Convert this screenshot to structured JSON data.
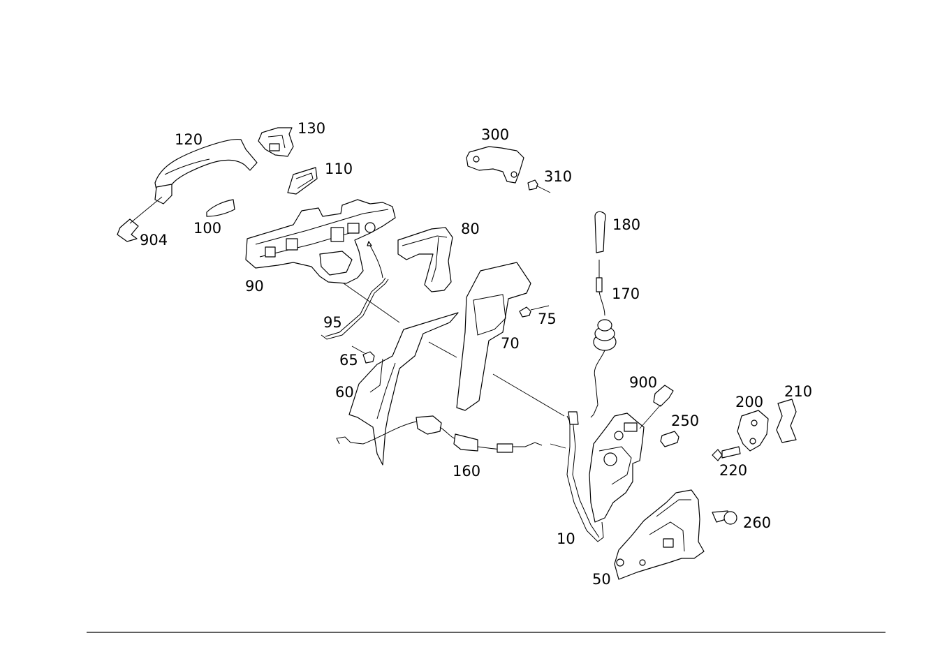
{
  "diagram": {
    "callouts": {
      "c120": "120",
      "c130": "130",
      "c110": "110",
      "c904": "904",
      "c100": "100",
      "c90": "90",
      "c95": "95",
      "c300": "300",
      "c310": "310",
      "c80": "80",
      "c180": "180",
      "c170": "170",
      "c75": "75",
      "c70": "70",
      "c65": "65",
      "c60": "60",
      "c900": "900",
      "c250": "250",
      "c200": "200",
      "c210": "210",
      "c220": "220",
      "c160": "160",
      "c10": "10",
      "c260": "260",
      "c50": "50"
    }
  }
}
